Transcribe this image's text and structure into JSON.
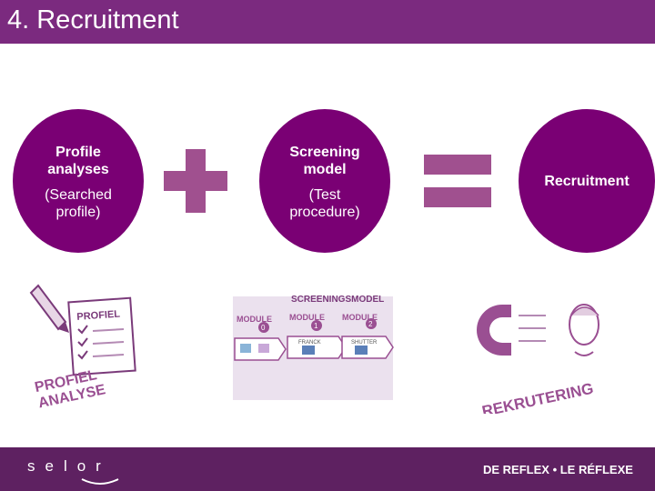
{
  "header": {
    "title": "4. Recruitment"
  },
  "circles": [
    {
      "line1": "Profile analyses",
      "line2": "(Searched profile)"
    },
    {
      "line1": "Screening model",
      "line2": "(Test procedure)"
    },
    {
      "line1": "Recruitment"
    }
  ],
  "operators": {
    "plus": "plus-icon",
    "equals": "equals-icon"
  },
  "illustrations": {
    "profile": {
      "card": "PROFIEL",
      "stamp1": "PROFIEL",
      "stamp2": "ANALYSE"
    },
    "screening": {
      "title": "SCREENINGSMODEL",
      "modules": [
        {
          "label": "MODULE",
          "number": "0"
        },
        {
          "label": "MODULE",
          "number": "1"
        },
        {
          "label": "MODULE",
          "number": "2"
        }
      ],
      "steps": [
        "",
        "FRANCK",
        "SHUTTER"
      ]
    },
    "recruitment": {
      "stamp": "REKRUTERING"
    }
  },
  "footer": {
    "logo": "selor",
    "tagline": "DE REFLEX • LE RÉFLEXE"
  },
  "colors": {
    "header": "#7b2a7f",
    "circle": "#7a0074",
    "operator": "#a0508f",
    "footer": "#5e2161"
  }
}
